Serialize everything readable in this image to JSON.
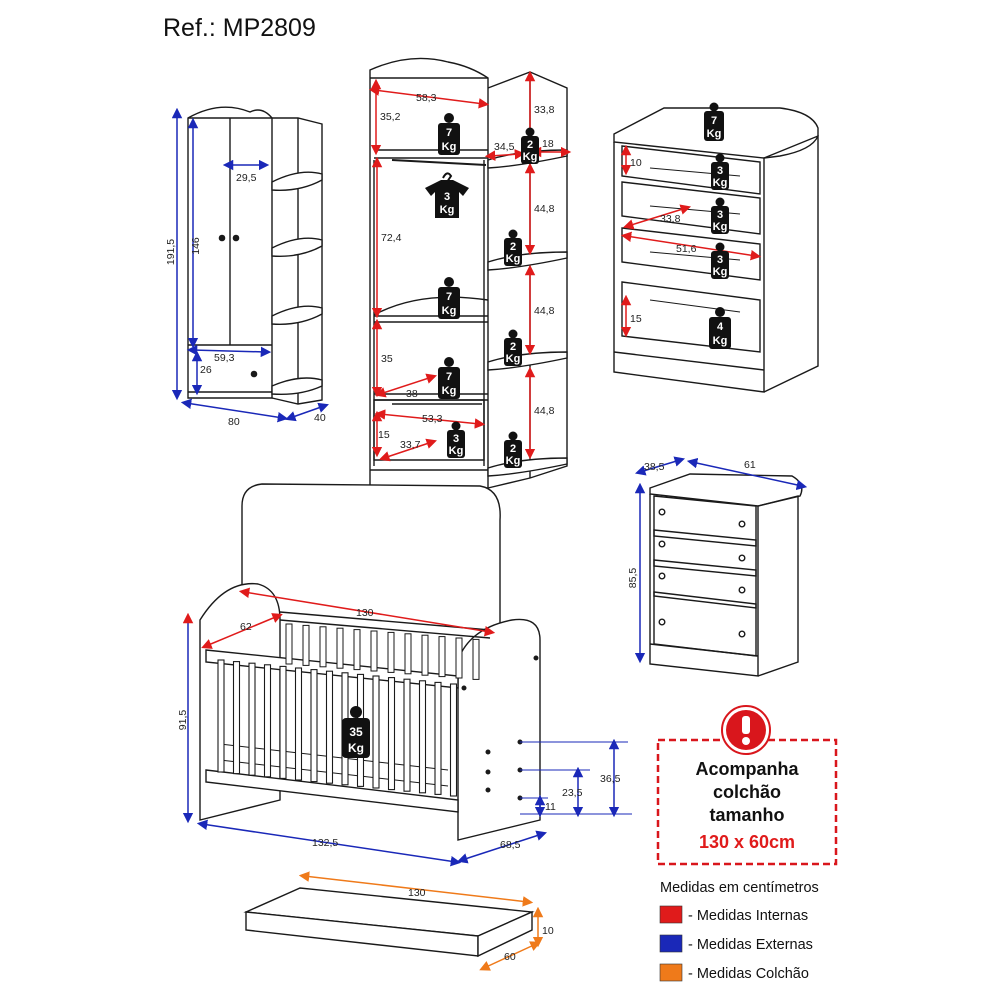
{
  "reference": "Ref.: MP2809",
  "colors": {
    "internal": "#e01b1b",
    "external": "#1a28b8",
    "mattress": "#ef7a1a",
    "outline": "#1a1a1a",
    "warning": "#d9161c"
  },
  "wardrobe_small": {
    "dims": {
      "height_total": "191,5",
      "height_doors": "146",
      "inner_width": "29,5",
      "drawer_width": "59,3",
      "drawer_height": "26",
      "width": "80",
      "depth": "40"
    }
  },
  "wardrobe_tall": {
    "dims": {
      "top_width": "58,3",
      "top_height": "35,2",
      "shelf_top": "33,8",
      "shelf_depth_a": "34,5",
      "shelf_depth_b": "18",
      "hanging_height": "72,4",
      "shelf_gap_1": "44,8",
      "shelf_gap_2": "44,8",
      "shelf_gap_3": "44,8",
      "lower_height": "35",
      "lower_depth": "38",
      "drawer_width": "53,3",
      "drawer_height": "15",
      "drawer_depth": "33,7"
    },
    "weights": {
      "top_shelf": [
        "7",
        "Kg"
      ],
      "side_shelf_top": [
        "2",
        "Kg"
      ],
      "hanger": [
        "3",
        "Kg"
      ],
      "side_shelf_2": [
        "2",
        "Kg"
      ],
      "middle_shelf": [
        "7",
        "Kg"
      ],
      "side_shelf_3": [
        "2",
        "Kg"
      ],
      "lower_shelf": [
        "7",
        "Kg"
      ],
      "drawer": [
        "3",
        "Kg"
      ],
      "side_shelf_4": [
        "2",
        "Kg"
      ]
    }
  },
  "dresser_open": {
    "dims": {
      "drawer_height": "10",
      "drawer_depth": "33,8",
      "drawer_width": "51,6",
      "bottom_drawer_height": "15"
    },
    "weights": {
      "top": [
        "7",
        "Kg"
      ],
      "drawer_1": [
        "3",
        "Kg"
      ],
      "drawer_2": [
        "3",
        "Kg"
      ],
      "drawer_3": [
        "3",
        "Kg"
      ],
      "drawer_4": [
        "4",
        "Kg"
      ]
    }
  },
  "dresser_closed": {
    "dims": {
      "depth": "38,5",
      "width": "61",
      "height": "85,5"
    }
  },
  "crib": {
    "dims": {
      "inner_length": "130",
      "inner_depth": "62",
      "height": "91,5",
      "length": "132,5",
      "depth": "68,5",
      "level_1": "36,5",
      "level_2": "23,5",
      "level_3": "11"
    },
    "weight": [
      "35",
      "Kg"
    ]
  },
  "mattress": {
    "dims": {
      "length": "130",
      "height": "10",
      "width": "60"
    }
  },
  "notice": {
    "line1": "Acompanha",
    "line2": "colchão",
    "line3": "tamanho",
    "size": "130 x 60cm"
  },
  "legend": {
    "heading": "Medidas em centímetros",
    "items": [
      {
        "label": "- Medidas Internas",
        "color": "#e01b1b"
      },
      {
        "label": "- Medidas Externas",
        "color": "#1a28b8"
      },
      {
        "label": "- Medidas Colchão",
        "color": "#ef7a1a"
      }
    ]
  }
}
